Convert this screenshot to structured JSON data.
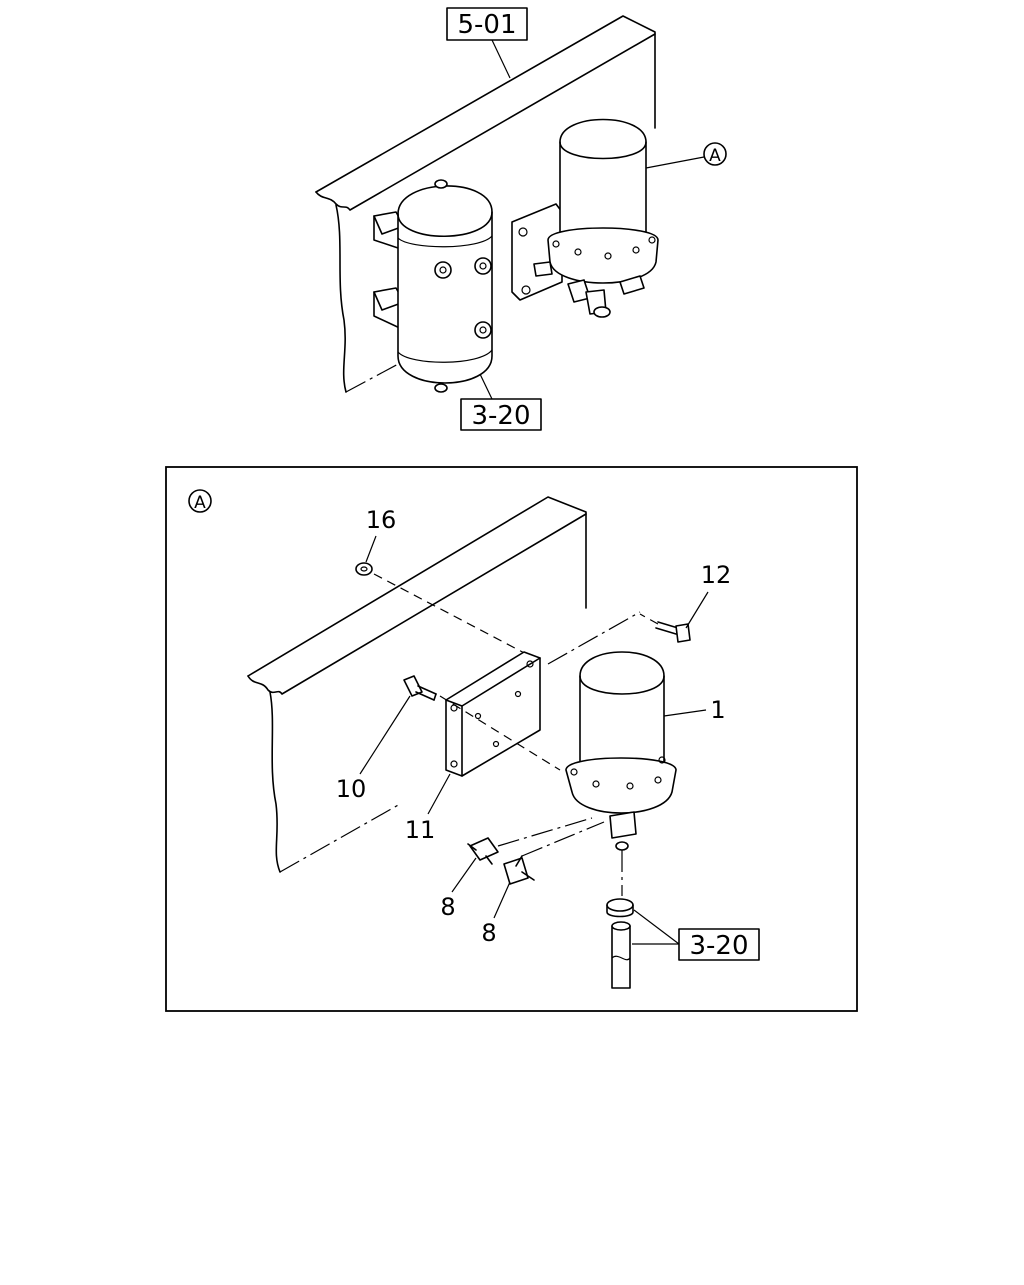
{
  "top_view": {
    "ref_top": "5-01",
    "ref_bottom": "3-20",
    "detail_marker": "A"
  },
  "detail_view": {
    "detail_marker": "A",
    "ref_pipe": "3-20",
    "callouts": {
      "c16": "16",
      "c12": "12",
      "c1": "1",
      "c10": "10",
      "c11": "11",
      "c8a": "8",
      "c8b": "8"
    }
  }
}
